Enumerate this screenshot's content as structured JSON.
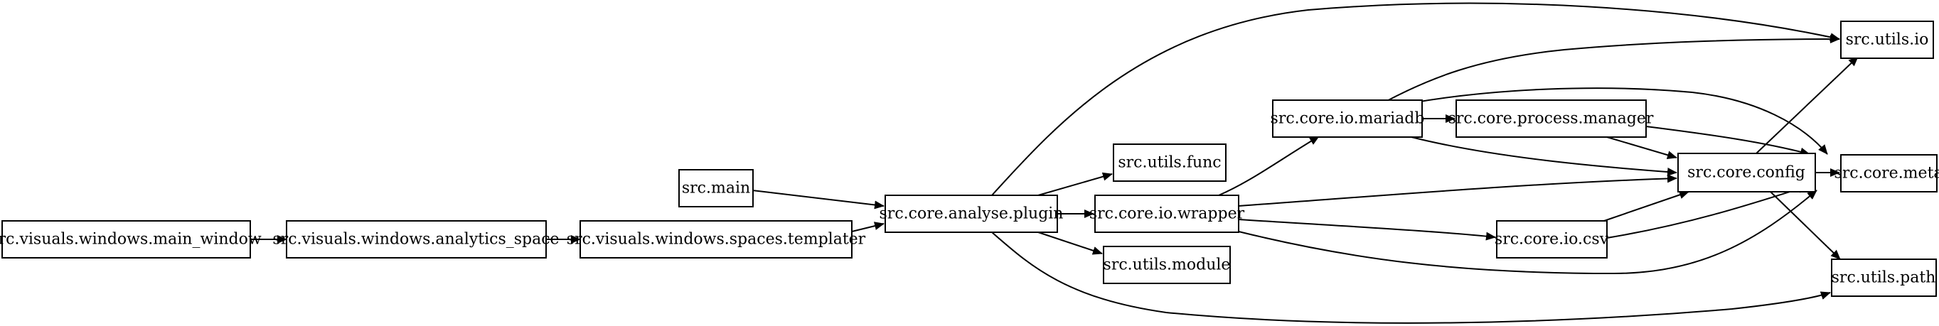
{
  "diagram": {
    "nodes": [
      {
        "id": "main_window",
        "label": "src.visuals.windows.main_window"
      },
      {
        "id": "analytics_space",
        "label": "src.visuals.windows.analytics_space"
      },
      {
        "id": "templater",
        "label": "src.visuals.windows.spaces.templater"
      },
      {
        "id": "main",
        "label": "src.main"
      },
      {
        "id": "plugin",
        "label": "src.core.analyse.plugin"
      },
      {
        "id": "func",
        "label": "src.utils.func"
      },
      {
        "id": "wrapper",
        "label": "src.core.io.wrapper"
      },
      {
        "id": "module",
        "label": "src.utils.module"
      },
      {
        "id": "mariadb",
        "label": "src.core.io.mariadb"
      },
      {
        "id": "process_manager",
        "label": "src.core.process.manager"
      },
      {
        "id": "csv",
        "label": "src.core.io.csv"
      },
      {
        "id": "config",
        "label": "src.core.config"
      },
      {
        "id": "utils_io",
        "label": "src.utils.io"
      },
      {
        "id": "meta",
        "label": "src.core.meta"
      },
      {
        "id": "path",
        "label": "src.utils.path"
      }
    ],
    "edges": [
      {
        "from": "main_window",
        "to": "analytics_space"
      },
      {
        "from": "analytics_space",
        "to": "templater"
      },
      {
        "from": "templater",
        "to": "plugin"
      },
      {
        "from": "main",
        "to": "plugin"
      },
      {
        "from": "plugin",
        "to": "func"
      },
      {
        "from": "plugin",
        "to": "wrapper"
      },
      {
        "from": "plugin",
        "to": "module"
      },
      {
        "from": "plugin",
        "to": "utils_io"
      },
      {
        "from": "plugin",
        "to": "path"
      },
      {
        "from": "wrapper",
        "to": "mariadb"
      },
      {
        "from": "wrapper",
        "to": "config"
      },
      {
        "from": "wrapper",
        "to": "csv"
      },
      {
        "from": "wrapper",
        "to": "meta"
      },
      {
        "from": "mariadb",
        "to": "utils_io"
      },
      {
        "from": "mariadb",
        "to": "process_manager"
      },
      {
        "from": "mariadb",
        "to": "meta"
      },
      {
        "from": "mariadb",
        "to": "config"
      },
      {
        "from": "process_manager",
        "to": "config"
      },
      {
        "from": "process_manager",
        "to": "meta"
      },
      {
        "from": "csv",
        "to": "config"
      },
      {
        "from": "csv",
        "to": "meta"
      },
      {
        "from": "config",
        "to": "utils_io"
      },
      {
        "from": "config",
        "to": "meta"
      },
      {
        "from": "config",
        "to": "path"
      }
    ]
  }
}
